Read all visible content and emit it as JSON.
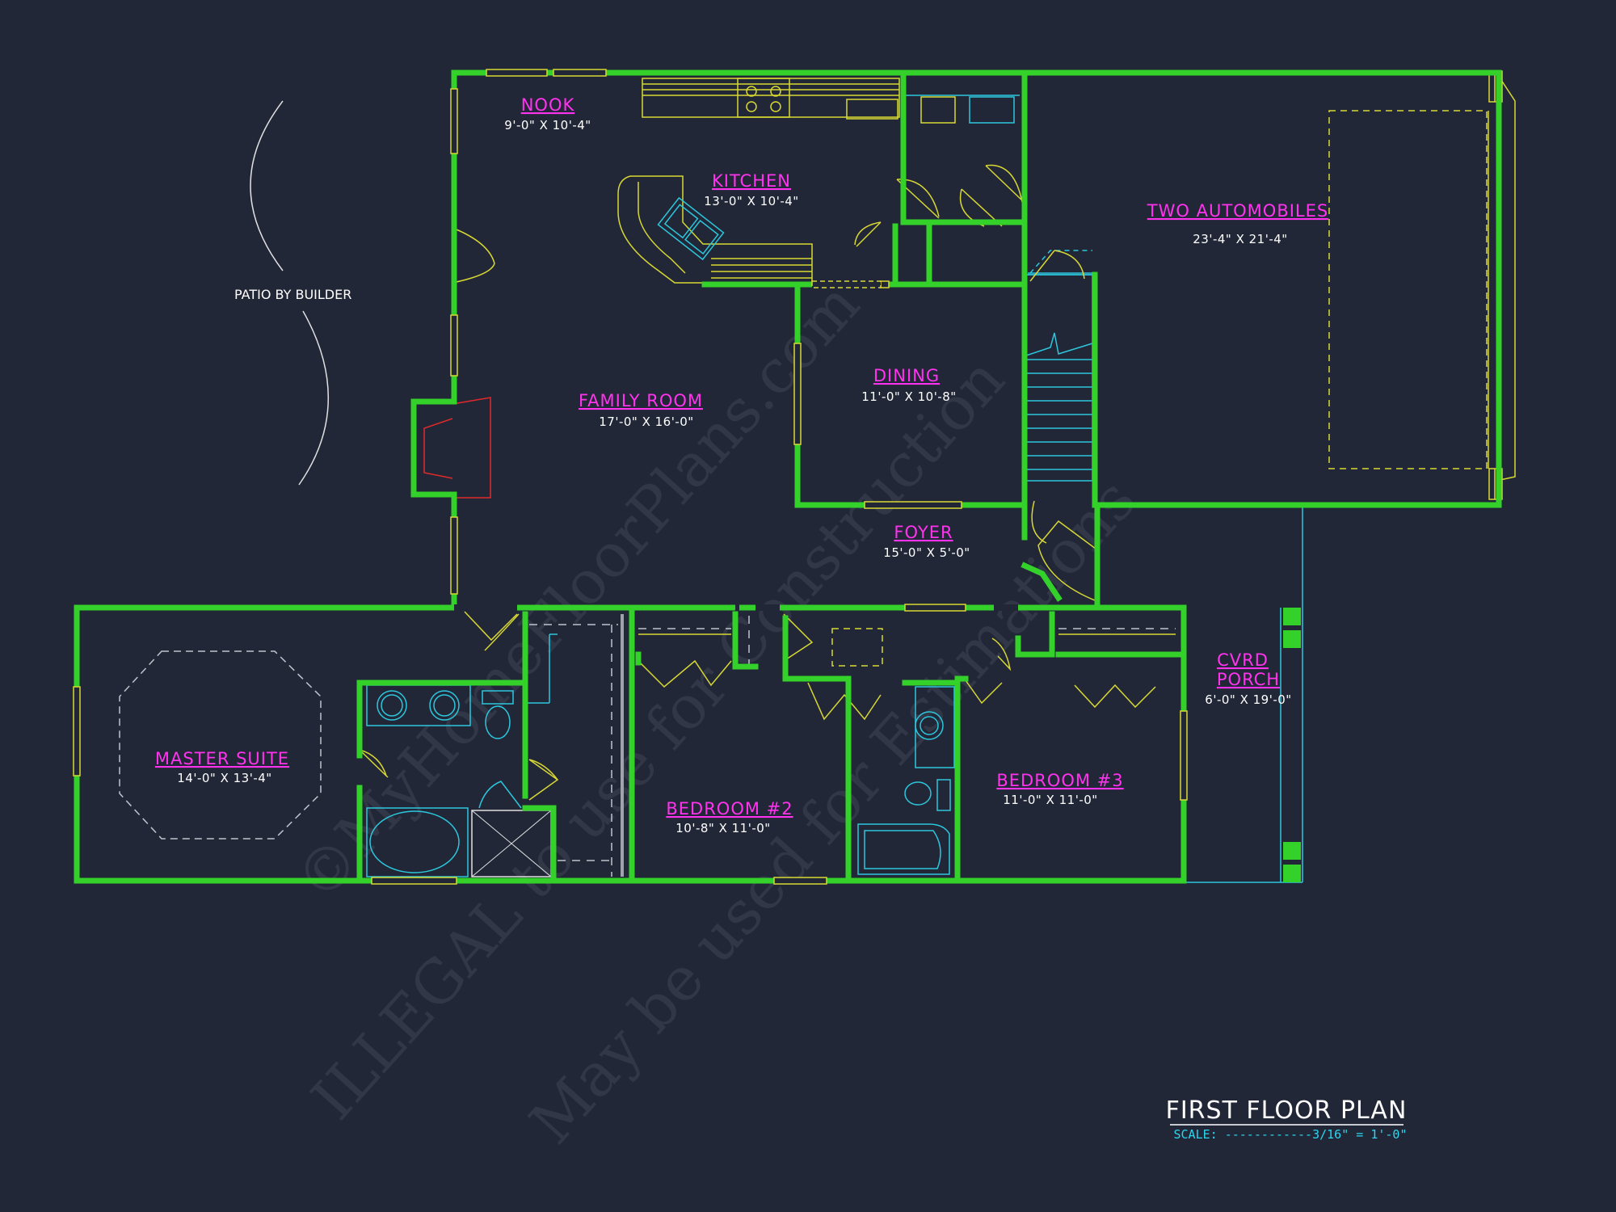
{
  "patio_note": "PATIO BY BUILDER",
  "rooms": {
    "nook": {
      "name": "NOOK",
      "dim": "9'-0\" X 10'-4\""
    },
    "kitchen": {
      "name": "KITCHEN",
      "dim": "13'-0\" X 10'-4\""
    },
    "garage": {
      "name": "TWO AUTOMOBILES",
      "dim": "23'-4\" X 21'-4\""
    },
    "family": {
      "name": "FAMILY ROOM",
      "dim": "17'-0\" X 16'-0\""
    },
    "dining": {
      "name": "DINING",
      "dim": "11'-0\" X 10'-8\""
    },
    "foyer": {
      "name": "FOYER",
      "dim": "15'-0\" X 5'-0\""
    },
    "porch": {
      "name": "CVRD",
      "name2": "PORCH",
      "dim": "6'-0\" X 19'-0\""
    },
    "master": {
      "name": "MASTER SUITE",
      "dim": "14'-0\" X 13'-4\""
    },
    "bed2": {
      "name": "BEDROOM #2",
      "dim": "10'-8\" X 11'-0\""
    },
    "bed3": {
      "name": "BEDROOM #3",
      "dim": "11'-0\" X 11'-0\""
    }
  },
  "title_block": {
    "title": "FIRST FLOOR PLAN",
    "scale": "SCALE: ------------3/16\" = 1'-0\""
  },
  "watermark": {
    "line1": "©MyHomeFloorPlans.com",
    "line2": "ILLEGAL to use for Construction",
    "line3": "May be used for Estimations"
  },
  "colors": {
    "background": "#222738",
    "walls": "#33d12a",
    "room_labels": "#ff33ee",
    "fixtures": "#d8d832",
    "plumbing": "#2cc7dc"
  }
}
